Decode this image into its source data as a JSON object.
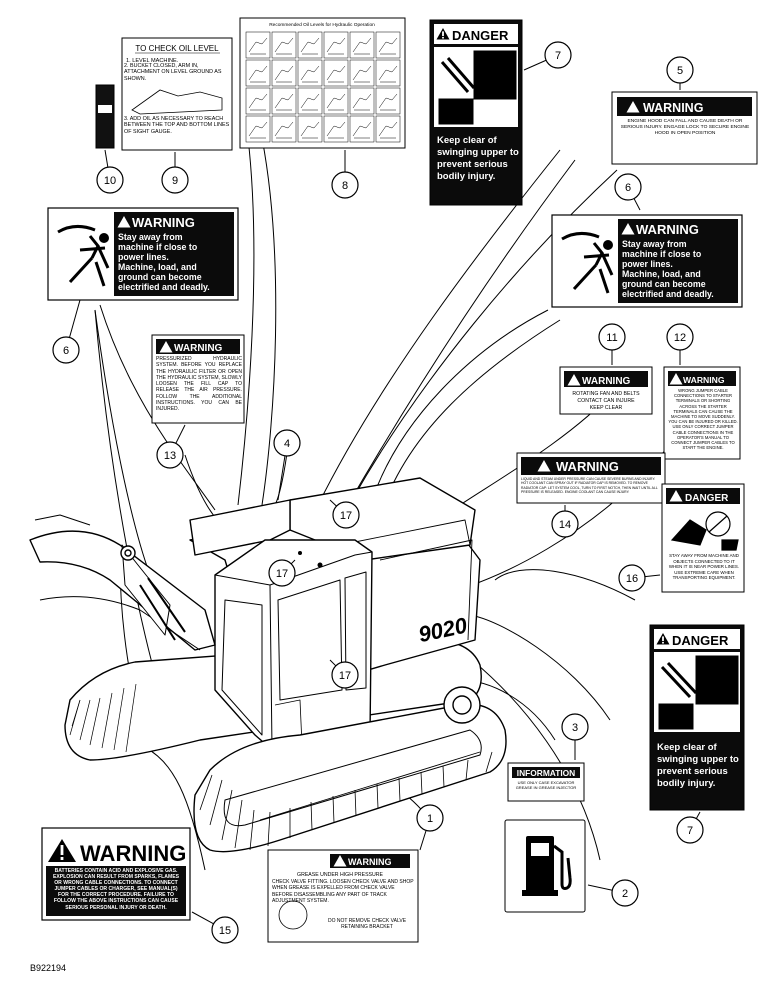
{
  "drawing_id": "B922194",
  "callouts": [
    "1",
    "2",
    "3",
    "4",
    "5",
    "6",
    "7",
    "8",
    "9",
    "10",
    "11",
    "12",
    "13",
    "14",
    "15",
    "16",
    "17"
  ],
  "decals": {
    "d1": {
      "header": "WARNING",
      "line1": "GREASE UNDER HIGH PRESSURE",
      "text": "CHECK VALVE FITTING. LOOSEN CHECK VALVE AND SHOP WHEN GREASE IS EXPELLED FROM CHECK VALVE BEFORE DISASSEMBLING ANY PART OF TRACK ADJUSTMENT SYSTEM.",
      "footer": "DO NOT REMOVE CHECK VALVE RETAINING BRACKET"
    },
    "d3": {
      "header": "INFORMATION",
      "text": "USE ONLY CASE EXCAVATOR GREASE IN GREASE INJECTOR"
    },
    "d5": {
      "header": "WARNING",
      "text": "ENGINE HOOD CAN FALL AND CAUSE DEATH OR SERIOUS INJURY. ENGAGE LOCK TO SECURE ENGINE HOOD IN OPEN POSITION"
    },
    "d6": {
      "header": "WARNING",
      "line1": "Stay away from",
      "line2": "machine if close to",
      "line3": "power lines.",
      "line4": "Machine, load, and",
      "line5": "ground can become",
      "line6": "electrified and deadly."
    },
    "d7": {
      "header": "DANGER",
      "line1": "Keep clear of",
      "line2": "swinging upper to",
      "line3": "prevent serious",
      "line4": "bodily injury."
    },
    "d8": {
      "header": "Recommended Oil Levels for Hydraulic Operation"
    },
    "d9": {
      "title": "TO CHECK OIL LEVEL",
      "step1": "1. LEVEL MACHINE.",
      "step2": "2. BUCKET CLOSED, ARM IN, ATTACHMENT ON LEVEL GROUND AS SHOWN.",
      "step3": "3. ADD OIL AS NECESSARY TO REACH BETWEEN THE TOP AND BOTTOM LINES OF SIGHT GAUGE."
    },
    "d11": {
      "header": "WARNING",
      "line1": "ROTATING FAN AND BELTS",
      "line2": "CONTACT CAN INJURE",
      "line3": "KEEP CLEAR"
    },
    "d12": {
      "header": "WARNING",
      "text": "WRONG JUMPER CABLE CONNECTIONS TO STARTER TERMINALS OR SHORTING ACROSS THE STARTER TERMINALS CAN CAUSE THE MACHINE TO MOVE SUDDENLY. YOU CAN BE INJURED OR KILLED. USE ONLY CORRECT JUMPER CABLE CONNECTIONS IN THE OPERATOR'S MANUAL TO CONNECT JUMPER CABLES TO START THE ENGINE."
    },
    "d13": {
      "header": "WARNING",
      "text": "PRESSURIZED HYDRAULIC SYSTEM. BEFORE YOU REPLACE THE HYDRAULIC FILTER OR OPEN THE HYDRAULIC SYSTEM, SLOWLY LOOSEN THE FILL CAP TO RELEASE THE AIR PRESSURE. FOLLOW THE ADDITIONAL INSTRUCTIONS. YOU CAN BE INJURED."
    },
    "d14": {
      "header": "WARNING",
      "text": "LIQUID AND STEAM UNDER PRESSURE CAN CAUSE SEVERE BURNS AND INJURY. HOT COOLANT CAN SPRAY OUT IF RADIATOR CAP IS REMOVED. TO REMOVE RADIATOR CAP: LET SYSTEM COOL, TURN TO FIRST NOTCH, THEN WAIT UNTIL ALL PRESSURE IS RELEASED. ENGINE COOLANT CAN CAUSE INJURY."
    },
    "d15": {
      "header": "WARNING",
      "text": "BATTERIES CONTAIN ACID AND EXPLOSIVE GAS. EXPLOSION CAN RESULT FROM SPARKS, FLAMES OR WRONG CABLE CONNECTIONS. TO CONNECT JUMPER CABLES OR CHARGER, SEE MANUAL(S) FOR THE CORRECT PROCEDURE. FAILURE TO FOLLOW THE ABOVE INSTRUCTIONS CAN CAUSE SERIOUS PERSONAL INJURY OR DEATH."
    },
    "d16": {
      "header": "DANGER",
      "text": "STAY AWAY FROM MACHINE AND OBJECTS CONNECTED TO IT WHEN IT IS NEAR POWER LINES. USE EXTREME CARE WHEN TRANSPORTING EQUIPMENT."
    }
  },
  "machine": {
    "model": "9020"
  },
  "colors": {
    "ink": "#000000",
    "paper": "#ffffff",
    "decal_black": "#0b0b0b"
  }
}
